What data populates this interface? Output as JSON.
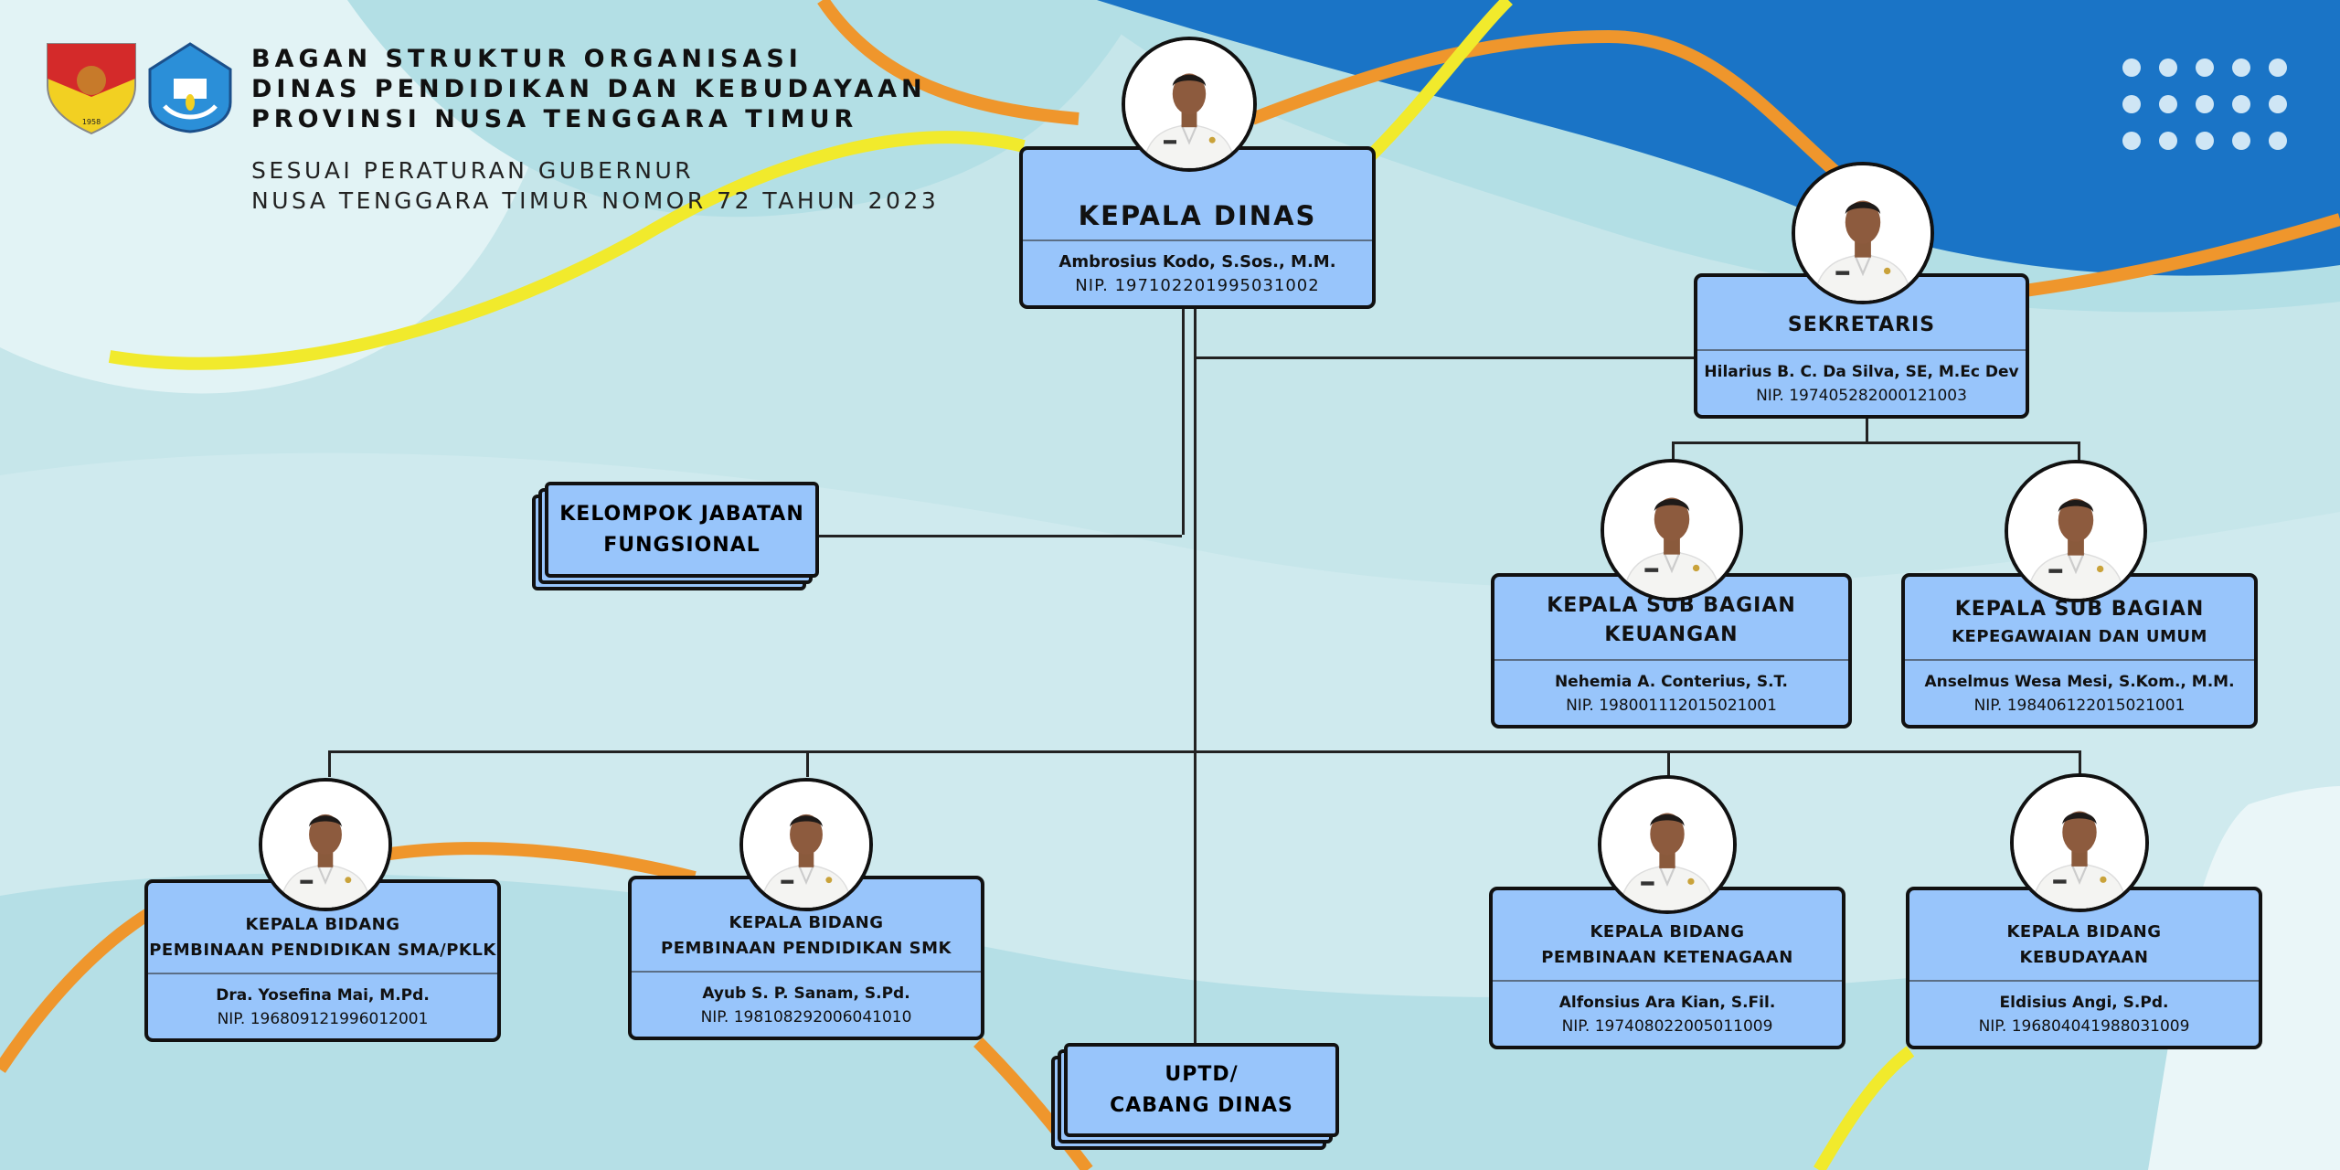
{
  "header": {
    "title_lines": [
      "BAGAN STRUKTUR ORGANISASI",
      "DINAS PENDIDIKAN DAN KEBUDAYAAN",
      "PROVINSI NUSA TENGGARA TIMUR"
    ],
    "subtitle_lines": [
      "SESUAI PERATURAN GUBERNUR",
      "NUSA TENGGARA TIMUR NOMOR 72 TAHUN 2023"
    ],
    "logos": [
      {
        "name": "ntt-province-emblem",
        "text": "NUSA TENGGARA TIMUR 1958"
      },
      {
        "name": "tut-wuri-handayani-emblem",
        "text": "TUT WURI HANDAYANI"
      }
    ]
  },
  "colors": {
    "box": "#98c5fb",
    "accent_blue": "#1a74c6",
    "orange": "#ef962c",
    "yellow": "#f1ea2c"
  },
  "positions": {
    "kepala_dinas": {
      "role": [
        "KEPALA DINAS"
      ],
      "name": "Ambrosius Kodo, S.Sos., M.M.",
      "nip": "NIP. 197102201995031002"
    },
    "sekretaris": {
      "role": [
        "SEKRETARIS"
      ],
      "name": "Hilarius B. C. Da Silva, SE, M.Ec Dev",
      "nip": "NIP. 197405282000121003"
    },
    "kasubag_keuangan": {
      "role": [
        "KEPALA SUB BAGIAN",
        "KEUANGAN"
      ],
      "name": "Nehemia A. Conterius, S.T.",
      "nip": "NIP. 198001112015021001"
    },
    "kasubag_kepegawaian": {
      "role": [
        "KEPALA SUB BAGIAN",
        "KEPEGAWAIAN DAN UMUM"
      ],
      "name": "Anselmus Wesa Mesi, S.Kom., M.M.",
      "nip": "NIP. 198406122015021001"
    },
    "kabid_sma": {
      "role": [
        "KEPALA BIDANG",
        "PEMBINAAN PENDIDIKAN SMA/PKLK"
      ],
      "name": "Dra. Yosefina Mai, M.Pd.",
      "nip": "NIP. 196809121996012001"
    },
    "kabid_smk": {
      "role": [
        "KEPALA BIDANG",
        "PEMBINAAN PENDIDIKAN SMK"
      ],
      "name": "Ayub S. P. Sanam, S.Pd.",
      "nip": "NIP. 198108292006041010"
    },
    "kabid_ketenagaan": {
      "role": [
        "KEPALA BIDANG",
        "PEMBINAAN KETENAGAAN"
      ],
      "name": "Alfonsius Ara Kian, S.Fil.",
      "nip": "NIP. 197408022005011009"
    },
    "kabid_kebudayaan": {
      "role": [
        "KEPALA BIDANG",
        "KEBUDAYAAN"
      ],
      "name": "Eldisius Angi, S.Pd.",
      "nip": "NIP. 196804041988031009"
    }
  },
  "groups": {
    "kelompok_jabatan": {
      "lines": [
        "KELOMPOK JABATAN",
        "FUNGSIONAL"
      ]
    },
    "uptd": {
      "lines": [
        "UPTD/",
        "CABANG DINAS"
      ]
    }
  }
}
